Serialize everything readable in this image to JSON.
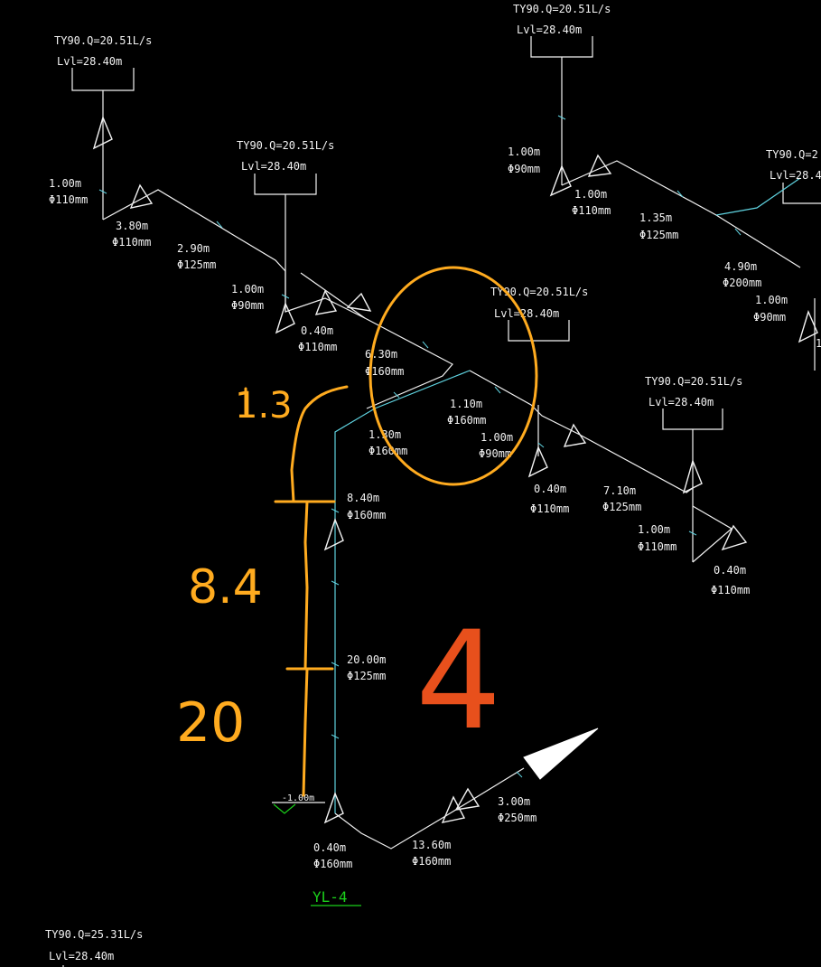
{
  "colors": {
    "background": "#000000",
    "pipe": "#f2f2f2",
    "riser": "#5fd3e0",
    "annotation_orange": "#ffab1f",
    "annotation_red": "#e8501c",
    "label_green": "#1bd01b"
  },
  "hoppers": [
    {
      "flow": "TY90.Q=20.51L/s",
      "level": "Lvl=28.40m"
    },
    {
      "flow": "TY90.Q=20.51L/s",
      "level": "Lvl=28.40m"
    },
    {
      "flow": "TY90.Q=20.51L/s",
      "level": "Lvl=28.40m"
    },
    {
      "flow": "TY90.Q=2",
      "level": "Lvl=28.4"
    },
    {
      "flow": "TY90.Q=20.51L/s",
      "level": "Lvl=28.40m"
    },
    {
      "flow": "TY90.Q=20.51L/s",
      "level": "Lvl=28.40m"
    },
    {
      "flow": "TY90.Q=25.31L/s",
      "level": "Lvl=28.40m"
    }
  ],
  "segments": [
    {
      "len": "1.00m",
      "dia": "Φ110mm"
    },
    {
      "len": "3.80m",
      "dia": "Φ110mm"
    },
    {
      "len": "2.90m",
      "dia": "Φ125mm"
    },
    {
      "len": "1.00m",
      "dia": "Φ90mm"
    },
    {
      "len": "0.40m",
      "dia": "Φ110mm"
    },
    {
      "len": "6.30m",
      "dia": "Φ160mm"
    },
    {
      "len": "1.10m",
      "dia": "Φ160mm"
    },
    {
      "len": "1.30m",
      "dia": "Φ160mm"
    },
    {
      "len": "1.00m",
      "dia": "Φ90mm"
    },
    {
      "len": "0.40m",
      "dia": "Φ110mm"
    },
    {
      "len": "7.10m",
      "dia": "Φ125mm"
    },
    {
      "len": "1.00m",
      "dia": "Φ110mm"
    },
    {
      "len": "0.40m",
      "dia": "Φ110mm"
    },
    {
      "len": "1.00m",
      "dia": "Φ90mm"
    },
    {
      "len": "1.00m",
      "dia": "Φ110mm"
    },
    {
      "len": "1.35m",
      "dia": "Φ125mm"
    },
    {
      "len": "4.90m",
      "dia": "Φ200mm"
    },
    {
      "len": "1.00m",
      "dia": "Φ90mm"
    },
    {
      "len": "8.40m",
      "dia": "Φ160mm"
    },
    {
      "len": "20.00m",
      "dia": "Φ125mm"
    },
    {
      "len": "3.00m",
      "dia": "Φ250mm"
    },
    {
      "len": "0.40m",
      "dia": "Φ160mm"
    },
    {
      "len": "13.60m",
      "dia": "Φ160mm"
    }
  ],
  "outlet_level": "-1.00m",
  "riser_label": "YL-4",
  "partial_text": "1",
  "annotations": {
    "a1": "1.3",
    "a2": "8.4",
    "a3": "20",
    "a4": "4"
  }
}
